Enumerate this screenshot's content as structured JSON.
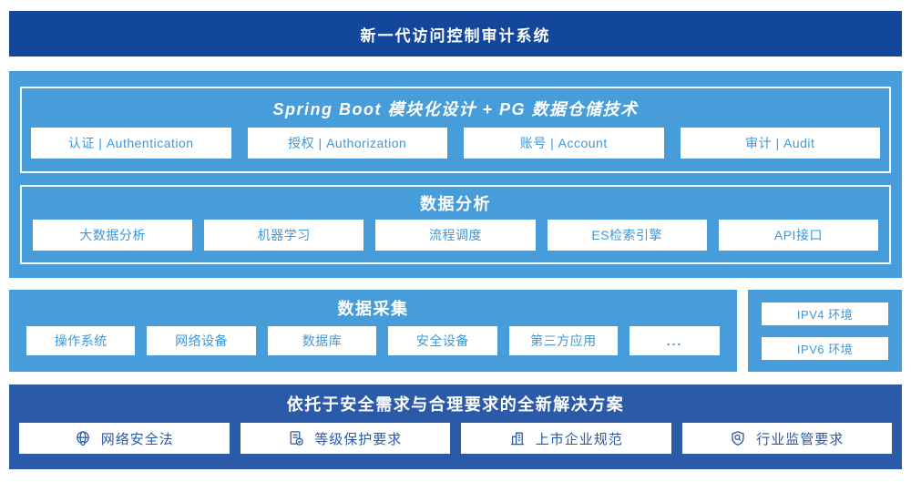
{
  "header": {
    "title": "新一代访问控制审计系统"
  },
  "platform": {
    "title": "Spring Boot 模块化设计 + PG 数据仓储技术",
    "modules": [
      "认证 | Authentication",
      "授权 | Authorization",
      "账号 | Account",
      "审计 | Audit"
    ]
  },
  "analysis": {
    "title": "数据分析",
    "modules": [
      "大数据分析",
      "机器学习",
      "流程调度",
      "ES检索引擎",
      "API接口"
    ]
  },
  "collection": {
    "title": "数据采集",
    "modules": [
      "操作系统",
      "网络设备",
      "数据库",
      "安全设备",
      "第三方应用"
    ],
    "more": "..."
  },
  "environments": {
    "items": [
      "IPV4 环境",
      "IPV6 环境"
    ]
  },
  "solution": {
    "title": "依托于安全需求与合理要求的全新解决方案",
    "items": [
      {
        "icon": "globe-icon",
        "label": "网络安全法"
      },
      {
        "icon": "document-check-icon",
        "label": "等级保护要求"
      },
      {
        "icon": "building-icon",
        "label": "上市企业规范"
      },
      {
        "icon": "shield-search-icon",
        "label": "行业监管要求"
      }
    ]
  },
  "colors": {
    "header_bg": "#13479c",
    "panel_bg": "#479dd9",
    "solution_bg": "#2a5aa8",
    "light_box_text": "#3e97d8",
    "solution_box_text": "#2a5aa8"
  }
}
